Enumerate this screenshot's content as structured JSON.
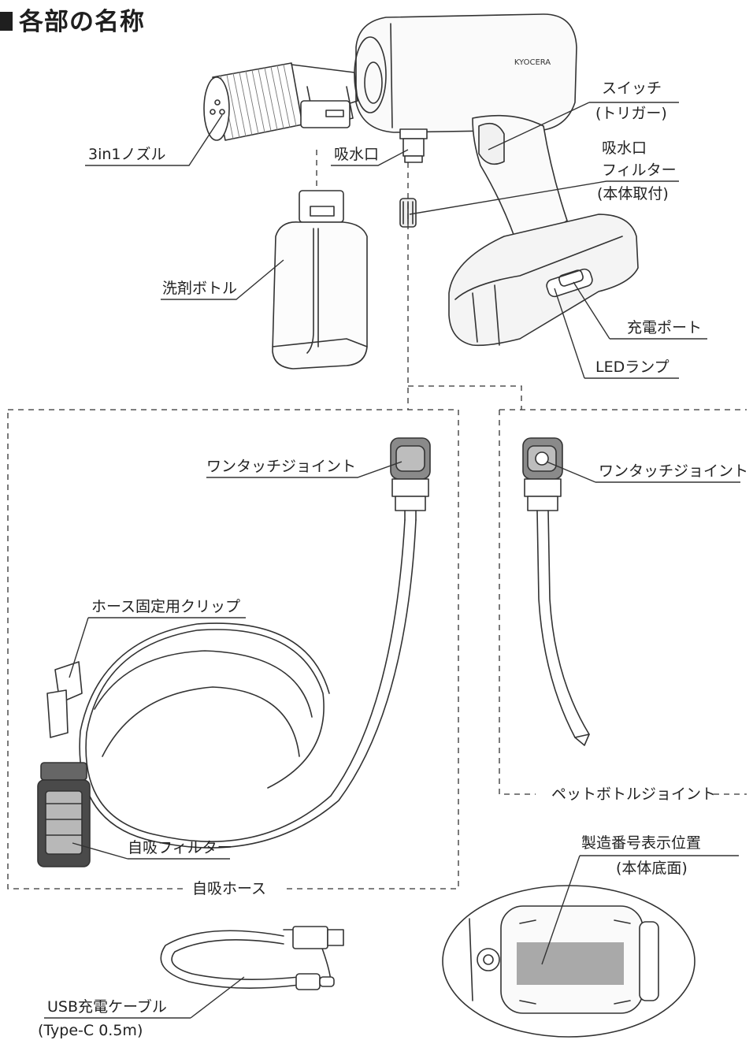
{
  "heading": "各部の名称",
  "brand_mark": "KYOCERA",
  "labels": {
    "nozzle": "3in1ノズル",
    "intake": "吸水口",
    "switch": "スイッチ",
    "switch_sub": "(トリガー)",
    "intake_filter_1": "吸水口",
    "intake_filter_2": "フィルター",
    "intake_filter_3": "(本体取付)",
    "detergent_bottle": "洗剤ボトル",
    "charge_port": "充電ポート",
    "led_lamp": "LEDランプ",
    "one_touch_joint_left": "ワンタッチジョイント",
    "one_touch_joint_right": "ワンタッチジョイント",
    "hose_clip": "ホース固定用クリップ",
    "self_suction_filter": "自吸フィルター",
    "self_suction_hose": "自吸ホース",
    "pet_bottle_joint": "ペットボトルジョイント",
    "serial_location": "製造番号表示位置",
    "serial_location_sub": "(本体底面)",
    "usb_cable": "USB充電ケーブル",
    "usb_cable_sub": "(Type-C 0.5m)"
  }
}
